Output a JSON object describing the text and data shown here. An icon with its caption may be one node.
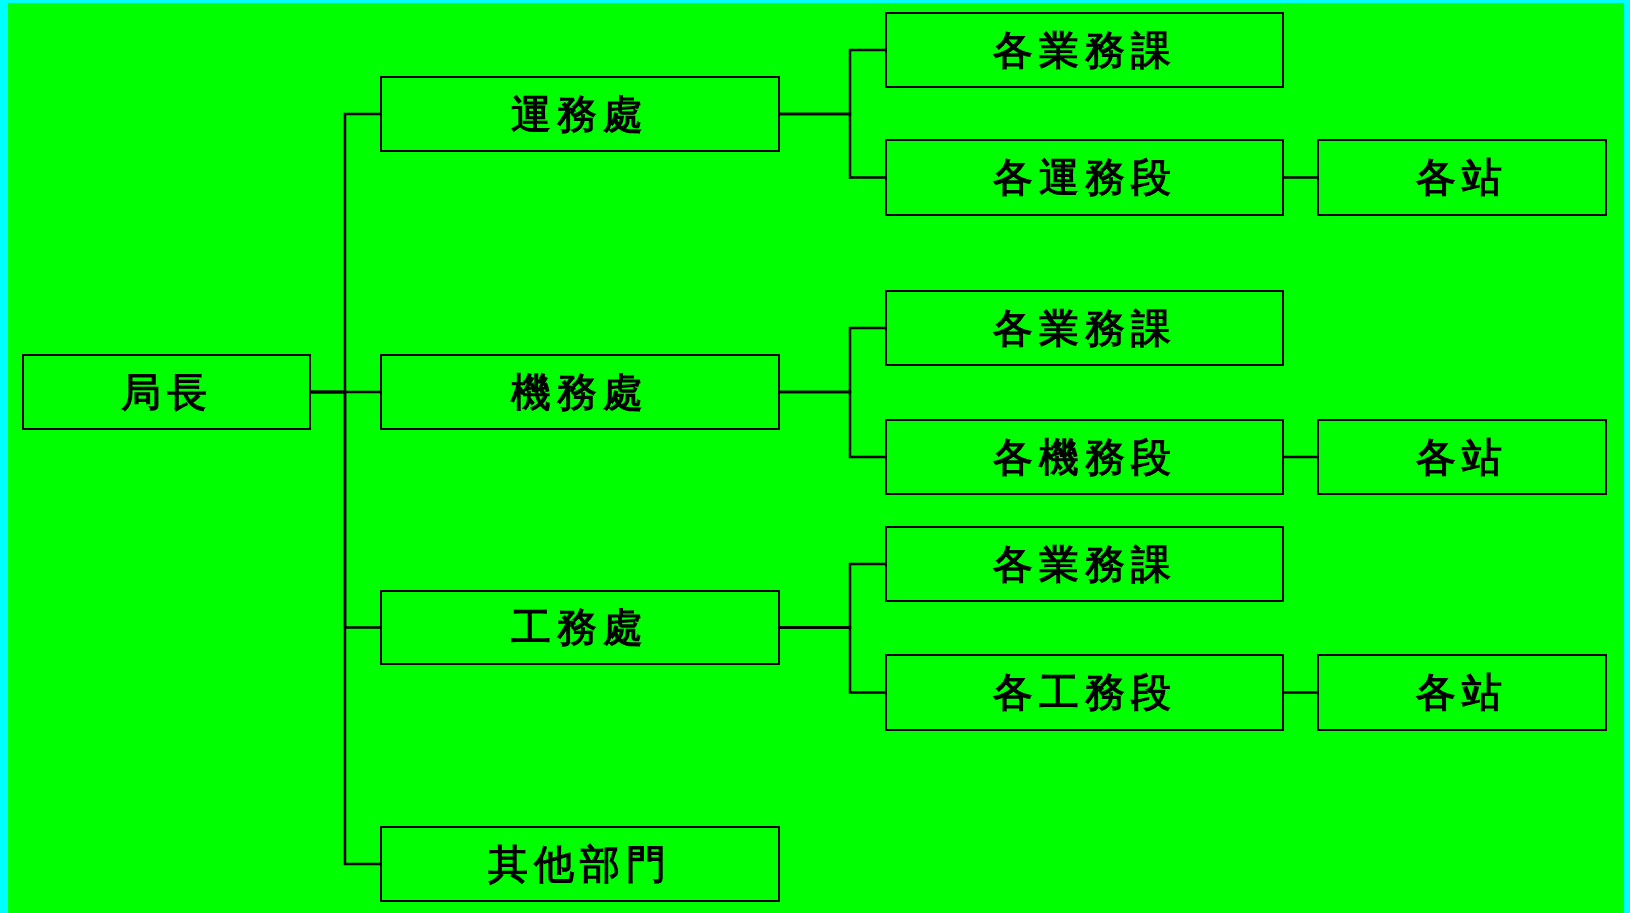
{
  "diagram": {
    "nodes": [
      {
        "text": [
          "局長"
        ]
      },
      {
        "text": [
          "運務處"
        ]
      },
      {
        "text": [
          "各業務課"
        ]
      },
      {
        "text": [
          "各運務段"
        ]
      },
      {
        "text": [
          "各站"
        ]
      },
      {
        "text": [
          "機務處"
        ]
      },
      {
        "text": [
          "各業務課"
        ]
      },
      {
        "text": [
          "各機務段"
        ]
      },
      {
        "text": [
          "各站"
        ]
      },
      {
        "text": [
          "工務處"
        ]
      },
      {
        "text": [
          "各業務課"
        ]
      },
      {
        "text": [
          "各工務段"
        ]
      },
      {
        "text": [
          "各站"
        ]
      },
      {
        "text": [
          "其他部門"
        ]
      }
    ],
    "edges": [
      {
        "from": 0,
        "to": 1,
        "arrow": "none"
      },
      {
        "from": 0,
        "to": 5,
        "arrow": "none"
      },
      {
        "from": 0,
        "to": 9,
        "arrow": "none"
      },
      {
        "from": 0,
        "to": 13,
        "arrow": "none"
      },
      {
        "from": 1,
        "to": 2,
        "arrow": "none"
      },
      {
        "from": 1,
        "to": 3,
        "arrow": "none"
      },
      {
        "from": 3,
        "to": 4,
        "arrow": "none"
      },
      {
        "from": 5,
        "to": 6,
        "arrow": "none"
      },
      {
        "from": 5,
        "to": 7,
        "arrow": "none"
      },
      {
        "from": 7,
        "to": 8,
        "arrow": "none"
      },
      {
        "from": 9,
        "to": 10,
        "arrow": "none"
      },
      {
        "from": 9,
        "to": 11,
        "arrow": "none"
      },
      {
        "from": 11,
        "to": 12,
        "arrow": "none"
      }
    ]
  }
}
